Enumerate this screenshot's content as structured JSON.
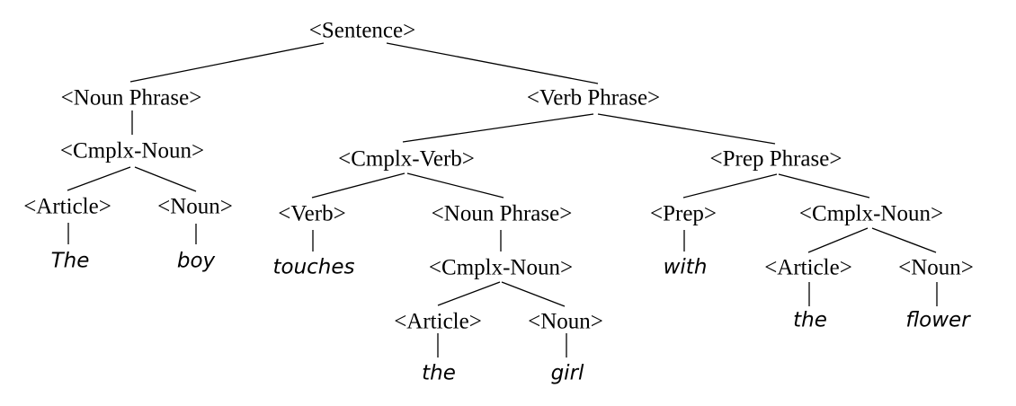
{
  "tree": {
    "root": "<Sentence>",
    "subject": {
      "noun_phrase": "<Noun Phrase>",
      "cmplx_noun": "<Cmplx-Noun>",
      "article": "<Article>",
      "article_word": "The",
      "noun": "<Noun>",
      "noun_word": "boy"
    },
    "predicate": {
      "verb_phrase": "<Verb Phrase>",
      "cmplx_verb": {
        "label": "<Cmplx-Verb>",
        "verb": "<Verb>",
        "verb_word": "touches",
        "noun_phrase": "<Noun Phrase>",
        "cmplx_noun": "<Cmplx-Noun>",
        "article": "<Article>",
        "article_word": "the",
        "noun": "<Noun>",
        "noun_word": "girl"
      },
      "prep_phrase": {
        "label": "<Prep Phrase>",
        "prep": "<Prep>",
        "prep_word": "with",
        "cmplx_noun": "<Cmplx-Noun>",
        "article": "<Article>",
        "article_word": "the",
        "noun": "<Noun>",
        "noun_word": "flower"
      }
    }
  },
  "colors": {
    "text": "#000000",
    "edge": "#000000",
    "background": "#ffffff"
  }
}
